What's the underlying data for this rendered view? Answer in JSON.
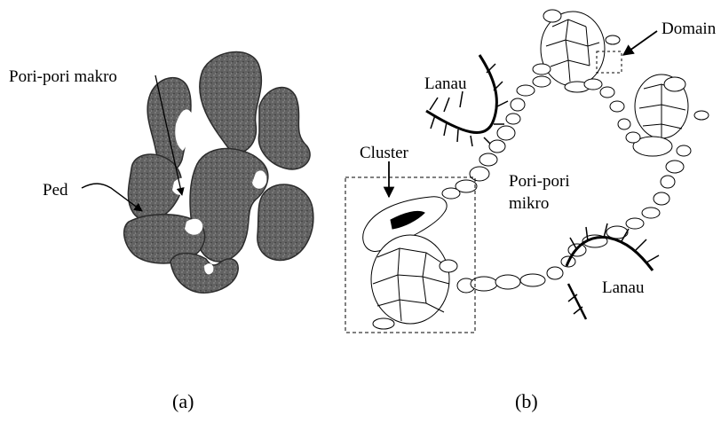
{
  "panel_a": {
    "labels": {
      "macropore": "Pori-pori makro",
      "ped": "Ped"
    },
    "caption": "(a)"
  },
  "panel_b": {
    "labels": {
      "domain": "Domain",
      "root_top": "Lanau",
      "cluster": "Cluster",
      "micropore_line1": "Pori-pori",
      "micropore_line2": "mikro",
      "root_bottom": "Lanau"
    },
    "caption": "(b)"
  },
  "colors": {
    "ped_fill": "#5e5e5e",
    "ink": "#000000"
  }
}
